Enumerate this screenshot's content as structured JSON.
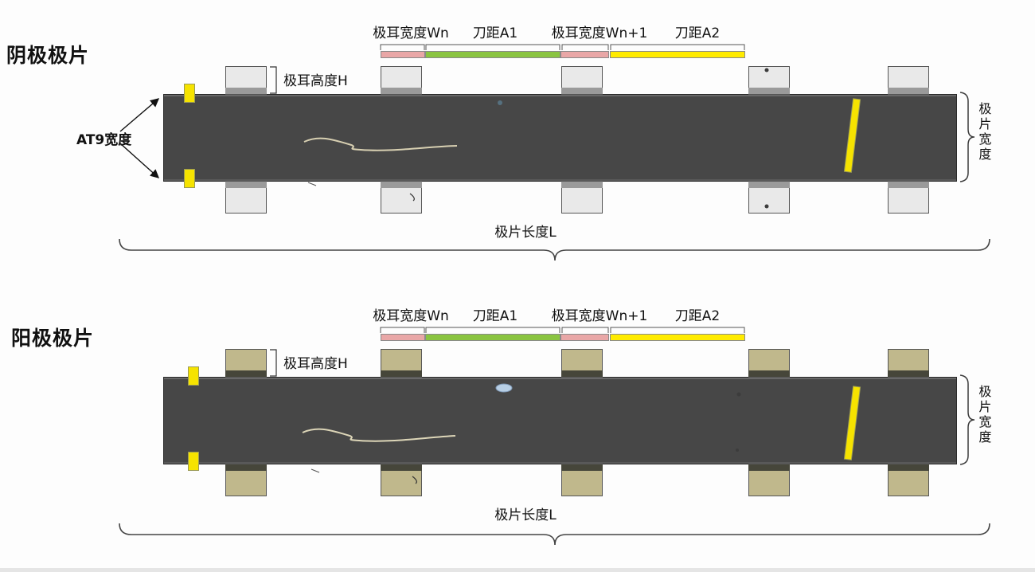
{
  "panels": [
    {
      "title": "阴极极片",
      "labels": {
        "tab_width_wn": "极耳宽度Wn",
        "knife_a1": "刀距A1",
        "tab_width_wn1": "极耳宽度Wn+1",
        "knife_a2": "刀距A2",
        "tab_height": "极耳高度H",
        "at9_width": "AT9宽度",
        "sheet_width": "极片宽度",
        "sheet_length": "极片长度L"
      }
    },
    {
      "title": "阳极极片",
      "labels": {
        "tab_width_wn": "极耳宽度Wn",
        "knife_a1": "刀距A1",
        "tab_width_wn1": "极耳宽度Wn+1",
        "knife_a2": "刀距A2",
        "tab_height": "极耳高度H",
        "sheet_width": "极片宽度",
        "sheet_length": "极片长度L"
      }
    }
  ],
  "colors": {
    "strip": "#474747",
    "cathode_tab_fill": "#e9e9e9",
    "cathode_tab_band": "#9a9a9a",
    "anode_tab_fill": "#c0b88c",
    "anode_tab_band": "#46463a",
    "bar_pink": "#e9a7a7",
    "bar_green": "#8ac441",
    "bar_yellow": "#ffeb00",
    "defect_marker_yellow": "#f6e300"
  }
}
